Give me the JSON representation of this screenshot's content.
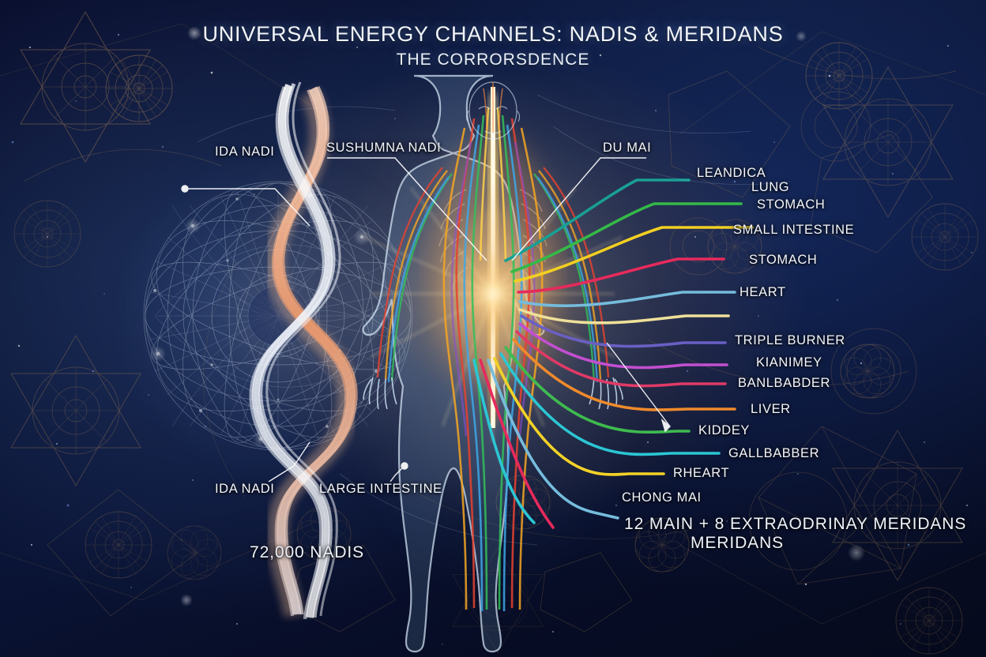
{
  "header": {
    "title": "UNIVERSAL ENERGY CHANNELS: NADIS & MERIDANS",
    "subtitle": "THE CORRORSDENCE"
  },
  "colors": {
    "background_deep": "#070d26",
    "background_mid": "#0c1738",
    "core_glow": "#ffcf78",
    "label_text": "#f3f6fb",
    "sacred_geometry": "#b78a55",
    "nadi_ida": "#e0seed"
  },
  "nadi_labels": [
    {
      "id": "ida-nadi-upper",
      "text": "IDA NADI"
    },
    {
      "id": "sushumna-nadi",
      "text": "SUSHUMNA NADI"
    },
    {
      "id": "du-mai",
      "text": "DU MAI"
    },
    {
      "id": "ida-nadi-lower",
      "text": "IDA NADI"
    },
    {
      "id": "large-intestine",
      "text": "LARGE INTESTINE"
    },
    {
      "id": "chong-mai",
      "text": "CHONG MAI"
    }
  ],
  "meridian_labels": [
    {
      "id": "leandica",
      "text": "LEANDICA",
      "color": "#18a094"
    },
    {
      "id": "lung",
      "text": "LUNG",
      "color": "#35b948"
    },
    {
      "id": "stomach-upper",
      "text": "STOMACH",
      "color": "#f2cf22"
    },
    {
      "id": "small-intestine",
      "text": "SMALL INTESTINE",
      "color": "#e62a5c"
    },
    {
      "id": "stomach-lower",
      "text": "STOMACH",
      "color": "#76bcdc"
    },
    {
      "id": "heart",
      "text": "HEART",
      "color": "#efe09a"
    },
    {
      "id": "triple-burner",
      "text": "TRIPLE BURNER",
      "color": "#6a5fc4"
    },
    {
      "id": "kianimey",
      "text": "KIANIMEY",
      "color": "#c24fd0"
    },
    {
      "id": "banlbabder",
      "text": "BANLBABDER",
      "color": "#e03a66"
    },
    {
      "id": "liver",
      "text": "LIVER",
      "color": "#ef8a2c"
    },
    {
      "id": "kiddey",
      "text": "KIDDEY",
      "color": "#3fbb4f"
    },
    {
      "id": "gallbabber",
      "text": "GALLBABBER",
      "color": "#2cc6d4"
    },
    {
      "id": "rheart",
      "text": "RHEART",
      "color": "#f2d227"
    }
  ],
  "stats": {
    "nadis_count": "72,000 NADIS",
    "meridians_count": "12 MAIN + 8 EXTRAODRINAY MERIDANS",
    "meridians_word": "MERIDANS"
  }
}
